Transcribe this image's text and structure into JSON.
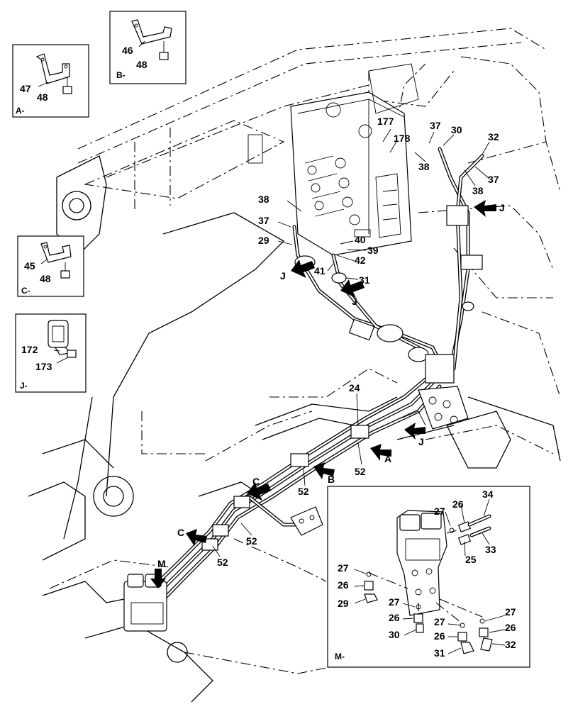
{
  "insets": {
    "a": {
      "label": "A-",
      "parts": [
        "47",
        "48"
      ]
    },
    "b": {
      "label": "B-",
      "parts": [
        "46",
        "48"
      ]
    },
    "c": {
      "label": "C-",
      "parts": [
        "45",
        "48"
      ]
    },
    "j": {
      "label": "J-",
      "parts": [
        "172",
        "173"
      ]
    },
    "m": {
      "label": "M-",
      "parts": [
        "27",
        "26",
        "34",
        "33",
        "25",
        "29",
        "30",
        "31",
        "32"
      ]
    }
  },
  "view_letters": {
    "j": "J",
    "a": "A",
    "b": "B",
    "c": "C",
    "m": "M"
  },
  "callouts": {
    "p177": "177",
    "p178": "178",
    "p37": "37",
    "p30": "30",
    "p32": "32",
    "p38": "38",
    "p29": "29",
    "p40": "40",
    "p39": "39",
    "p42": "42",
    "p41": "41",
    "p31": "31",
    "p24": "24",
    "p52": "52",
    "p26": "26",
    "p27": "27",
    "p34": "34",
    "p33": "33",
    "p25": "25",
    "p172": "172",
    "p173": "173"
  }
}
